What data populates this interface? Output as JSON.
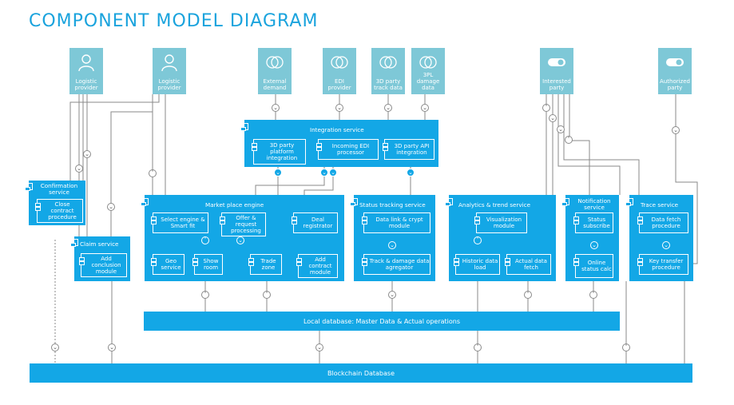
{
  "title": "COMPONENT MODEL DIAGRAM",
  "actors": {
    "logistic_provider_1": "Logistic provider",
    "logistic_provider_2": "Logistic provider",
    "external_demand": "External demand",
    "edi_provider": "EDI provider",
    "3d_party_track_data": "3D party track data",
    "3pl_damage_data": "3PL damage data",
    "interested_party": "Interested party",
    "authorized_party": "Authorized party"
  },
  "services": {
    "integration": {
      "title": "Integration service",
      "components": [
        "3D party platform integration",
        "Incoming EDI processor",
        "3D party API integration"
      ]
    },
    "confirmation": {
      "title": "Confirmation service",
      "components": [
        "Close contract procedure"
      ]
    },
    "claim": {
      "title": "Claim service",
      "components": [
        "Add conclusion module"
      ]
    },
    "marketplace": {
      "title": "Market place engine",
      "components": [
        "Select engine & Smart fit",
        "Offer & request processing",
        "Deal registrator",
        "Geo service",
        "Show room",
        "Trade zone",
        "Add contract module"
      ]
    },
    "status_tracking": {
      "title": "Status tracking service",
      "components": [
        "Data link & crypt module",
        "Track & damage data agregator"
      ]
    },
    "analytics": {
      "title": "Analytics & trend service",
      "components": [
        "Visualization module",
        "Historic data load",
        "Actual data fetch"
      ]
    },
    "notification": {
      "title": "Notification service",
      "components": [
        "Status subscribe",
        "Online status calc"
      ]
    },
    "trace": {
      "title": "Trace service",
      "components": [
        "Data fetch procedure",
        "Key transfer procedure"
      ]
    }
  },
  "local_db": "Local database: Master Data & Actual operations",
  "blockchain_db": "Blockchain Database",
  "colors": {
    "accent": "#13a7e6",
    "actor": "#7ec8d7",
    "title": "#1aa3dd",
    "line": "#8a8a8a"
  },
  "icons": {
    "person": "person-icon",
    "overlap": "overlap-circles-icon",
    "toggle": "toggle-icon",
    "chevron_down": "chevron-down-icon",
    "chevron_up": "chevron-up-icon"
  }
}
